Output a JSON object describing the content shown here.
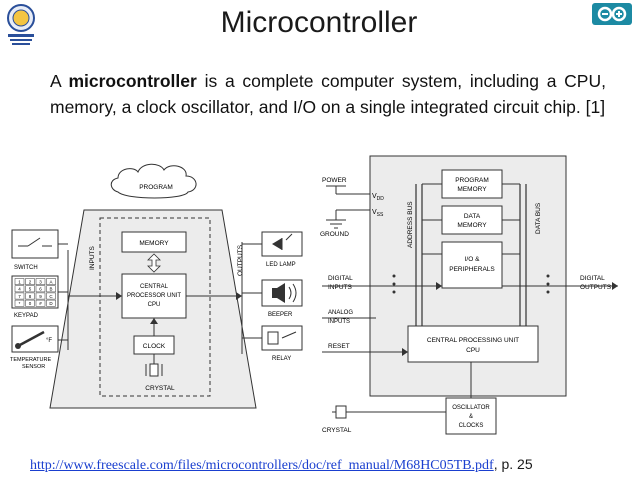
{
  "slide": {
    "title": "Microcontroller",
    "body_lead": "A ",
    "body_bold": "microcontroller",
    "body_rest": " is a complete computer system, including a CPU, memory, a clock oscillator, and I/O on a single integrated circuit chip. [1]",
    "footer_url": "http://www.freescale.com/files/microcontrollers/doc/ref_manual/M68HC05TB.pdf",
    "footer_page": ", p. 25"
  },
  "left_diagram": {
    "program": "PROGRAM",
    "memory": "MEMORY",
    "cpu_line1": "CENTRAL",
    "cpu_line2": "PROCESSOR UNIT",
    "cpu_line3": "CPU",
    "clock": "CLOCK",
    "crystal": "CRYSTAL",
    "inputs": "INPUTS",
    "outputs": "OUTPUTS",
    "switch": "SWITCH",
    "keypad": "KEYPAD",
    "temp_line1": "TEMPERATURE",
    "temp_line2": "SENSOR",
    "degf": "°F",
    "led_lamp": "LED LAMP",
    "beeper": "BEEPER",
    "relay": "RELAY",
    "keys": [
      "1",
      "2",
      "3",
      "A",
      "4",
      "5",
      "6",
      "B",
      "7",
      "8",
      "9",
      "C",
      "*",
      "0",
      "#",
      "D"
    ]
  },
  "right_diagram": {
    "power": "POWER",
    "vdd": "V",
    "vdd_sub": "DD",
    "vss": "V",
    "vss_sub": "SS",
    "ground": "GROUND",
    "address_bus": "ADDRESS BUS",
    "data_bus": "DATA BUS",
    "prog_mem_1": "PROGRAM",
    "prog_mem_2": "MEMORY",
    "data_mem_1": "DATA",
    "data_mem_2": "MEMORY",
    "io_1": "I/O &",
    "io_2": "PERIPHERALS",
    "digital_inputs_1": "DIGITAL",
    "digital_inputs_2": "INPUTS",
    "digital_outputs_1": "DIGITAL",
    "digital_outputs_2": "OUTPUTS",
    "analog_1": "ANALOG",
    "analog_2": "INPUTS",
    "reset": "RESET",
    "cpu_1": "CENTRAL PROCESSING UNIT",
    "cpu_2": "CPU",
    "osc_1": "OSCILLATOR",
    "osc_2": "&",
    "osc_3": "CLOCKS",
    "crystal": "CRYSTAL"
  },
  "colors": {
    "link": "#1a3fcf",
    "logo_blue": "#1c8aa3",
    "logo_seal": "#2a4f9a"
  }
}
